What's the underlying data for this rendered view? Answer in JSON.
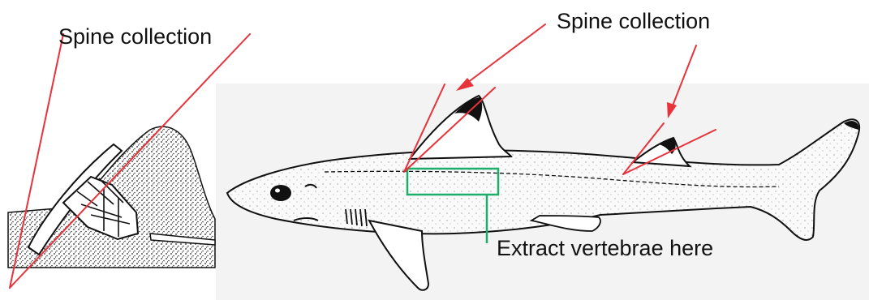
{
  "labels": {
    "spine_left": "Spine collection",
    "spine_right": "Spine collection",
    "vertebrae": "Extract vertebrae here"
  },
  "colors": {
    "arrow_red": "#e8323c",
    "box_green": "#1fae6a",
    "panel_bg": "#f3f3f3",
    "ink": "#111111"
  },
  "figures": {
    "left": "dorsal fin spine close-up",
    "right": "shark lateral view"
  }
}
